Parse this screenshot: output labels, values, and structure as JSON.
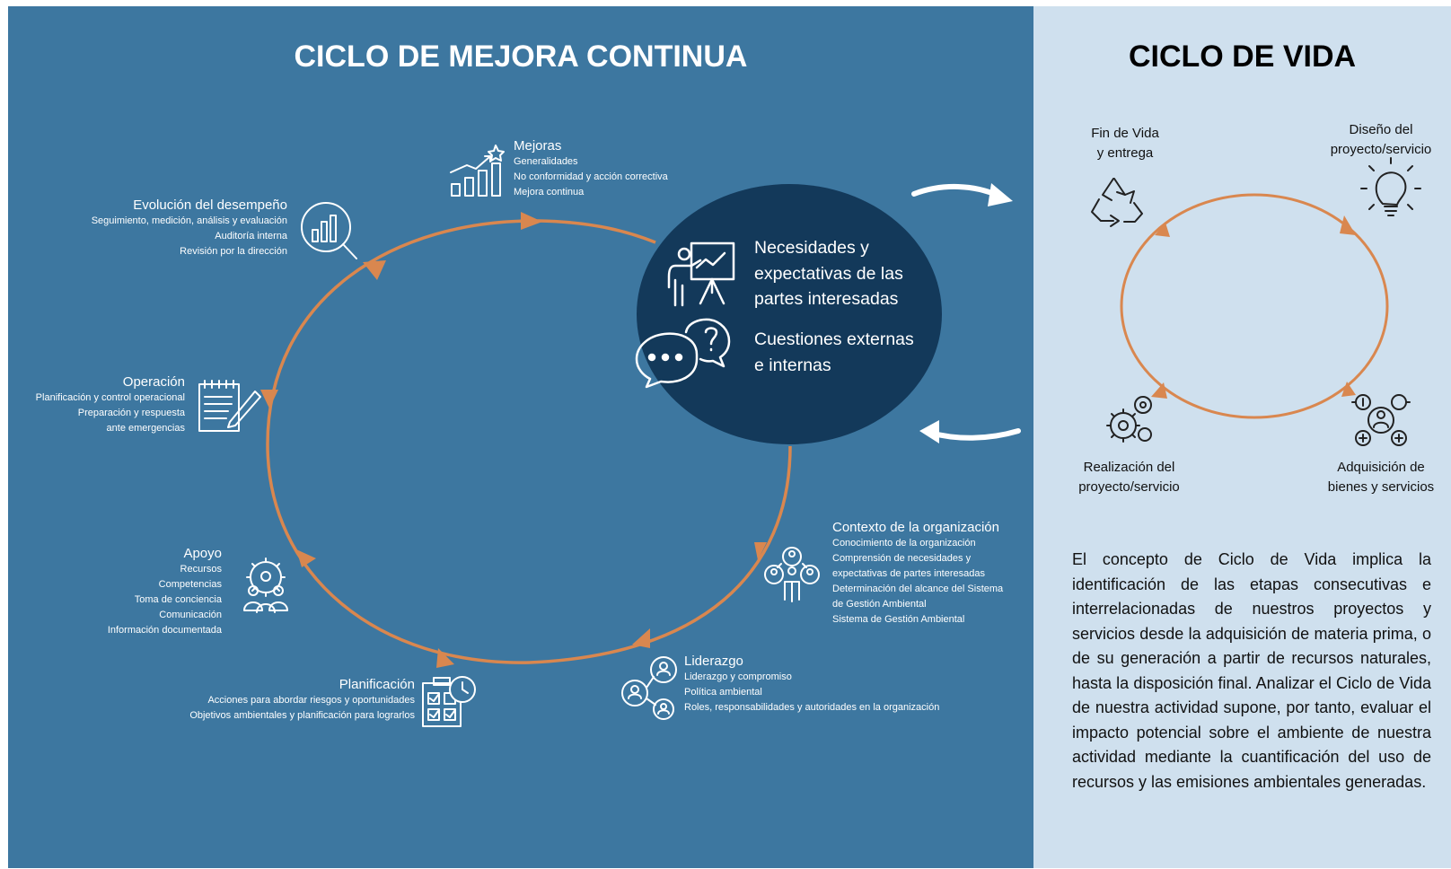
{
  "left_panel": {
    "title": "CICLO DE MEJORA CONTINUA",
    "center": {
      "line1": "Necesidades y expectativas de las partes interesadas",
      "line2": "Cuestiones externas e internas"
    },
    "stages": {
      "mejoras": {
        "title": "Mejoras",
        "items": [
          "Generalidades",
          "No conformidad y acción correctiva",
          "Mejora continua"
        ]
      },
      "evolucion": {
        "title": "Evolución del desempeño",
        "items": [
          "Seguimiento, medición, análisis y evaluación",
          "Auditoría interna",
          "Revisión por la dirección"
        ]
      },
      "operacion": {
        "title": "Operación",
        "items": [
          "Planificación y control operacional",
          "Preparación y respuesta",
          "ante emergencias"
        ]
      },
      "apoyo": {
        "title": "Apoyo",
        "items": [
          "Recursos",
          "Competencias",
          "Toma de conciencia",
          "Comunicación",
          "Información documentada"
        ]
      },
      "planificacion": {
        "title": "Planificación",
        "items": [
          "Acciones para abordar riesgos y oportunidades",
          "Objetivos ambientales y planificación para lograrlos"
        ]
      },
      "liderazgo": {
        "title": "Liderazgo",
        "items": [
          "Liderazgo y compromiso",
          "Política ambiental",
          "Roles, responsabilidades y autoridades en la organización"
        ]
      },
      "contexto": {
        "title": "Contexto de la organización",
        "items": [
          "Conocimiento de la organización",
          "Comprensión de necesidades y",
          "expectativas de partes interesadas",
          "Determinación del alcance del Sistema",
          "de Gestión Ambiental",
          "Sistema de Gestión Ambiental"
        ]
      }
    },
    "icons": [
      "chart-growth-icon",
      "magnifier-chart-icon",
      "notepad-pen-icon",
      "gear-team-icon",
      "checklist-clock-icon",
      "leadership-network-icon",
      "organization-people-icon",
      "presenter-board-icon",
      "speech-bubbles-icon"
    ],
    "colors": {
      "background": "#3d77a0",
      "cycle": "#d9874f",
      "center": "#13395a",
      "text": "#ffffff"
    }
  },
  "right_panel": {
    "title": "CICLO DE VIDA",
    "stages": {
      "fin_de_vida": {
        "line1": "Fin de Vida",
        "line2": "y entrega"
      },
      "diseno": {
        "line1": "Diseño del",
        "line2": "proyecto/servicio"
      },
      "realizacion": {
        "line1": "Realización del",
        "line2": "proyecto/servicio"
      },
      "adquisicion": {
        "line1": "Adquisición de",
        "line2": "bienes y servicios"
      }
    },
    "icons": [
      "recycle-icon",
      "lightbulb-icon",
      "gears-icon",
      "procurement-icon"
    ],
    "paragraph": "El concepto de Ciclo de Vida implica la identificación de las etapas consecutivas e interrelacionadas de nuestros proyectos y servicios desde la adquisición de materia prima, o de su generación a partir de recursos naturales, hasta la disposición final. Analizar el Ciclo de Vida de nuestra actividad supone, por tanto, evaluar el impacto potencial sobre el ambiente de nuestra actividad mediante la cuantificación del uso de recursos y las emisiones ambientales generadas.",
    "colors": {
      "background": "#cfe0ee",
      "cycle": "#d9874f",
      "text": "#111111"
    }
  }
}
